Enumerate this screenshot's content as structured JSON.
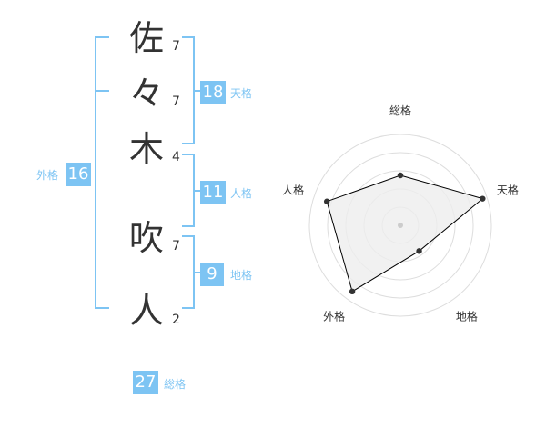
{
  "name": {
    "chars": [
      {
        "char": "佐",
        "strokes": "7"
      },
      {
        "char": "々",
        "strokes": "7"
      },
      {
        "char": "木",
        "strokes": "4"
      },
      {
        "char": "吹",
        "strokes": "7"
      },
      {
        "char": "人",
        "strokes": "2"
      }
    ]
  },
  "scores": {
    "tenkaku": {
      "label": "天格",
      "value": "18"
    },
    "jinkaku": {
      "label": "人格",
      "value": "11"
    },
    "chikaku": {
      "label": "地格",
      "value": "9"
    },
    "gaikaku": {
      "label": "外格",
      "value": "16"
    },
    "soukaku": {
      "label": "総格",
      "value": "27"
    }
  },
  "colors": {
    "accent": "#7dc4f3",
    "text": "#333333",
    "line": "#000000",
    "fill": "#eeeeee",
    "ring": "#dddddd"
  },
  "chart_data": {
    "type": "radar",
    "axes": [
      "総格",
      "天格",
      "地格",
      "外格",
      "人格"
    ],
    "values": [
      0.55,
      0.95,
      0.35,
      0.9,
      0.85
    ],
    "rings": 5
  }
}
